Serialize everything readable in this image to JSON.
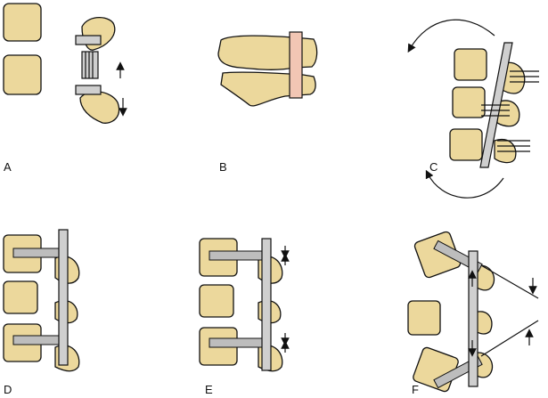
{
  "panels": [
    {
      "label": "A"
    },
    {
      "label": "B"
    },
    {
      "label": "C"
    },
    {
      "label": "D"
    },
    {
      "label": "E"
    },
    {
      "label": "F"
    }
  ],
  "colors": {
    "bone": "#ecd89c",
    "rod": "#cfcfcf",
    "band": "#f2c6b4",
    "outline": "#111111"
  }
}
